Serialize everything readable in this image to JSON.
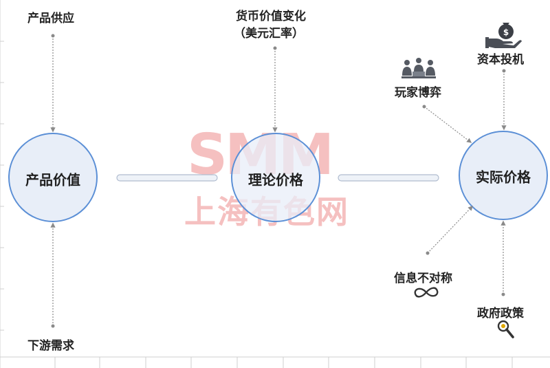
{
  "watermark": {
    "logo": "SMM",
    "cn": "上海有色网"
  },
  "nodes": {
    "product_value": "产品价值",
    "theory_price": "理论价格",
    "actual_price": "实际价格"
  },
  "factors": {
    "supply": "产品供应",
    "demand": "下游需求",
    "currency_line1": "货币价值变化",
    "currency_line2": "（美元汇率）",
    "player_game": "玩家博弈",
    "capital": "资本投机",
    "info_asym": "信息不对称",
    "policy": "政府政策"
  },
  "colors": {
    "circle_fill": "#e8eef8",
    "circle_stroke": "#5b8fd6",
    "arrow": "#8a8a8a",
    "connector_fill": "#eef2f8",
    "connector_stroke": "#b0bccf",
    "watermark": "#e65a5a"
  },
  "icons": {
    "player_game": "meeting-people-icon",
    "capital": "money-bag-hand-icon",
    "info_asym": "infinity-icon",
    "policy": "magnifier-icon"
  }
}
